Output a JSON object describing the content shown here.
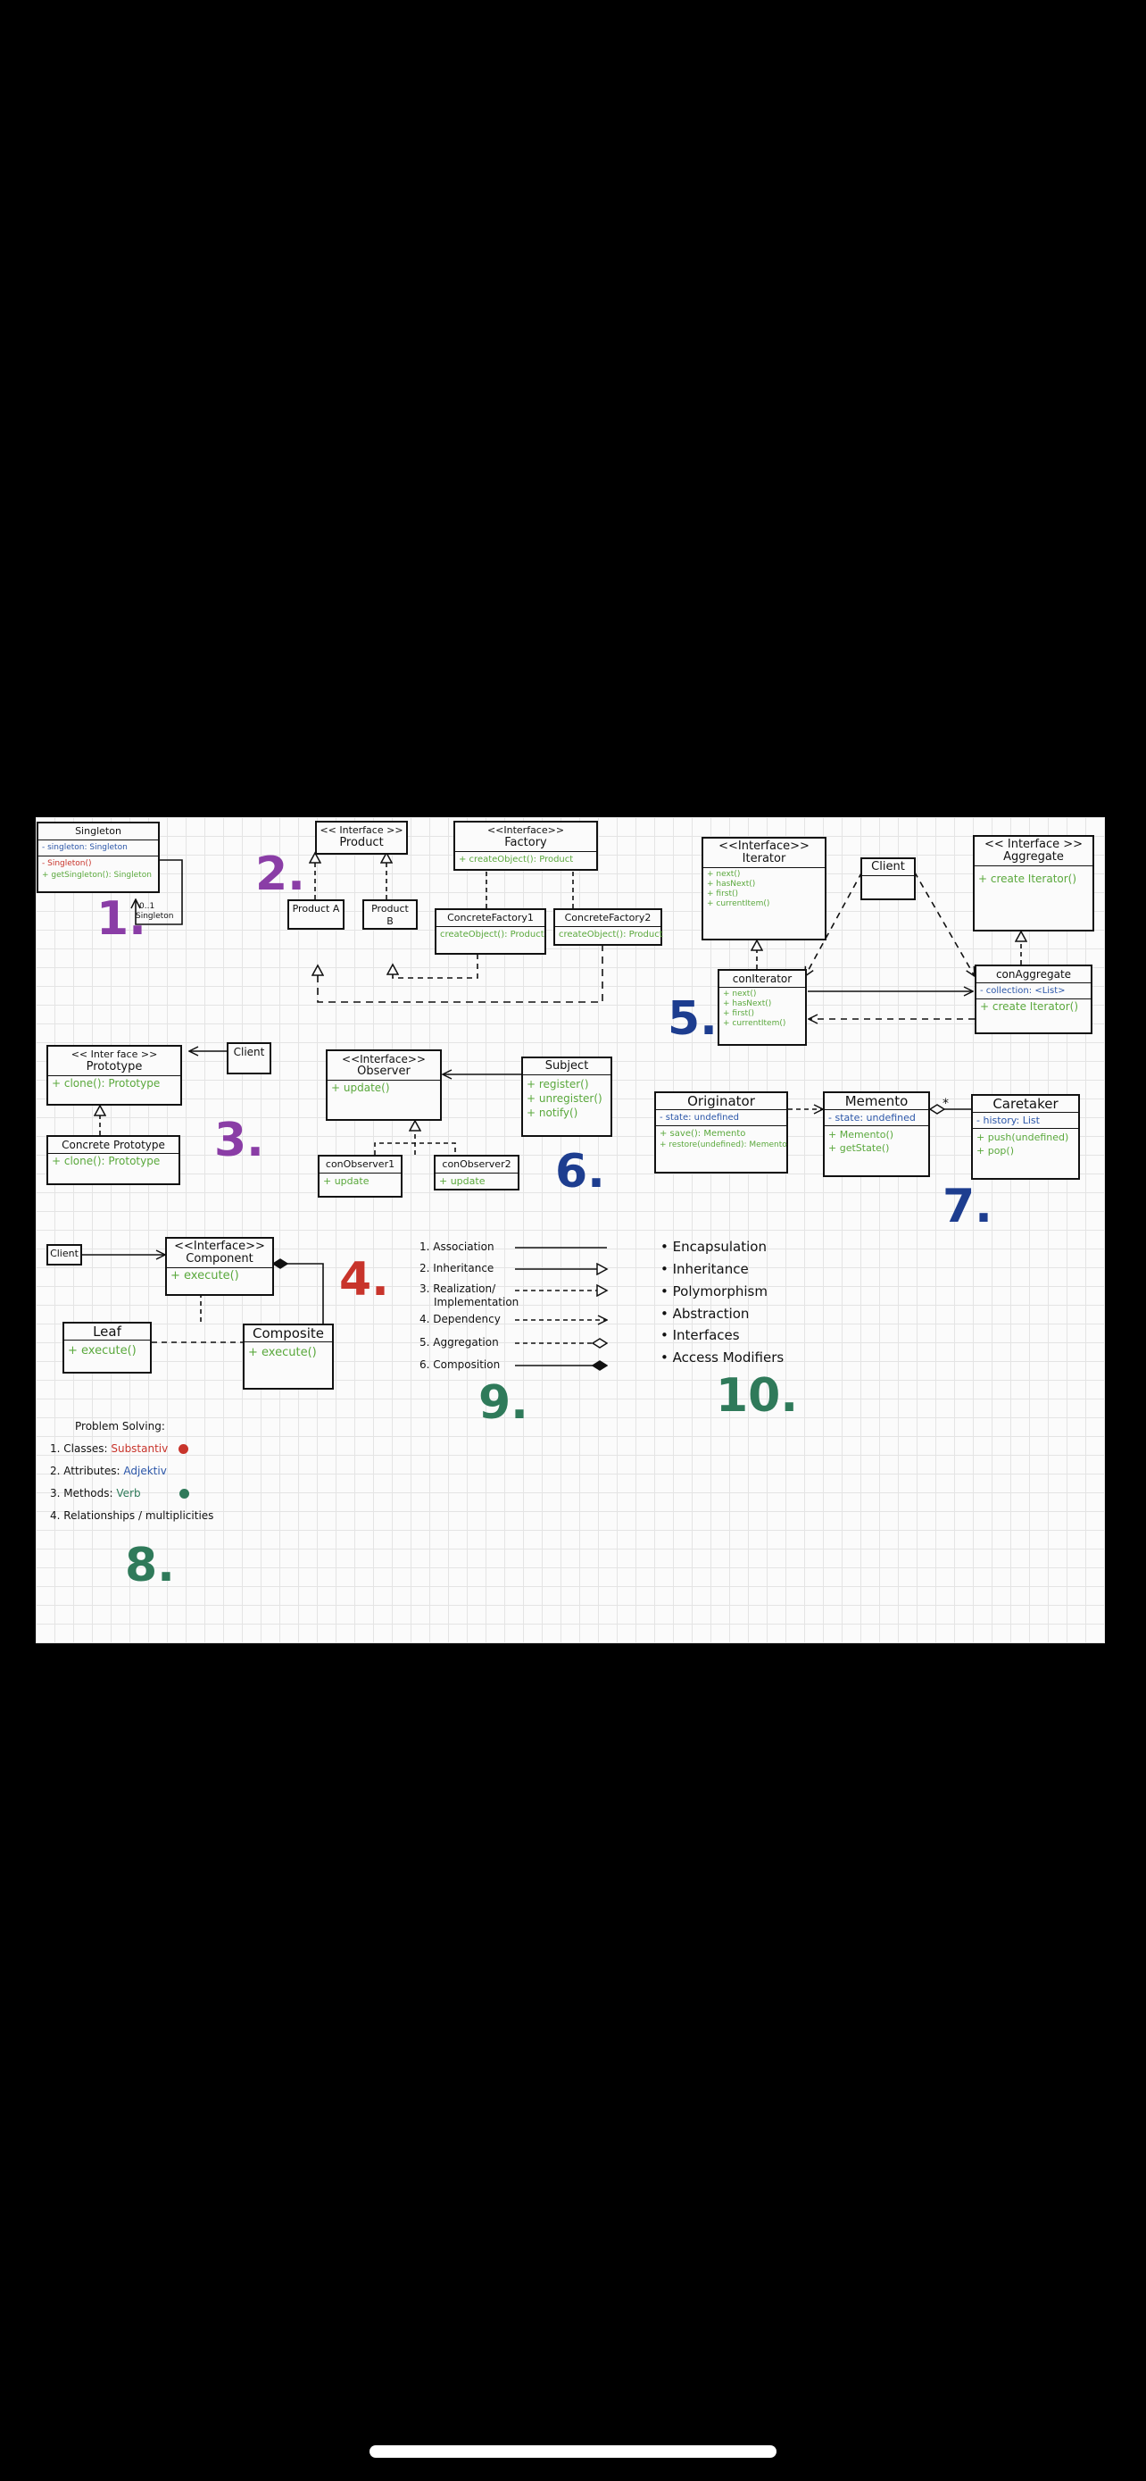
{
  "sections": {
    "n1": "1.",
    "n2": "2.",
    "n3": "3.",
    "n4": "4.",
    "n5": "5.",
    "n6": "6.",
    "n7": "7.",
    "n8": "8.",
    "n9": "9.",
    "n10": "10."
  },
  "colors": {
    "purple": "#8a3da6",
    "red": "#c8342b",
    "blue": "#1d3d8f",
    "green": "#2f7a5a",
    "method_green": "#5aa83c",
    "attr_blue": "#2b56a8"
  },
  "singleton": {
    "name": "Singleton",
    "attr": "- singleton: Singleton",
    "ctor": "- Singleton()",
    "method": "+ getSingleton(): Singleton",
    "mult": "0..1",
    "self_label": "Singleton"
  },
  "factory": {
    "product": {
      "stereo": "<< Interface >>",
      "name": "Product"
    },
    "factory": {
      "stereo": "<<Interface>>",
      "name": "Factory",
      "method": "+ createObject(): Product"
    },
    "product_a": "Product A",
    "product_b": "Product B",
    "cf1": {
      "name": "ConcreteFactory1",
      "method": "createObject(): Product"
    },
    "cf2": {
      "name": "ConcreteFactory2",
      "method": "createObject(): Product"
    }
  },
  "prototype": {
    "iface": {
      "stereo": "<< Inter face >>",
      "name": "Prototype",
      "method": "+ clone(): Prototype"
    },
    "client": "Client",
    "concrete": {
      "name": "Concrete Prototype",
      "method": "+ clone(): Prototype"
    }
  },
  "observer": {
    "iface": {
      "stereo": "<<Interface>>",
      "name": "Observer",
      "method": "+ update()"
    },
    "subject": {
      "name": "Subject",
      "methods": [
        "+ register()",
        "+ unregister()",
        "+ notify()"
      ]
    },
    "co1": {
      "name": "conObserver1",
      "method": "+ update"
    },
    "co2": {
      "name": "conObserver2",
      "method": "+ update"
    }
  },
  "iterator": {
    "iface": {
      "stereo": "<<Interface>>",
      "name": "Iterator",
      "methods": [
        "+ next()",
        "+ hasNext()",
        "+ first()",
        "+ currentItem()"
      ]
    },
    "client": "Client",
    "aggregate": {
      "stereo": "<< Interface >>",
      "name": "Aggregate",
      "method": "+ create Iterator()"
    },
    "con_iter": {
      "name": "conIterator",
      "methods": [
        "+ next()",
        "+ hasNext()",
        "+ first()",
        "+ currentItem()"
      ]
    },
    "con_agg": {
      "name": "conAggregate",
      "attr": "- collection: <List>",
      "method": "+ create Iterator()"
    }
  },
  "memento": {
    "originator": {
      "name": "Originator",
      "attr": "- state: undefined",
      "methods": [
        "+ save(): Memento",
        "+ restore(undefined): Memento"
      ]
    },
    "memento": {
      "name": "Memento",
      "attr": "- state: undefined",
      "methods": [
        "+ Memento()",
        "+ getState()"
      ]
    },
    "caretaker": {
      "name": "Caretaker",
      "attr": "- history: List",
      "methods": [
        "+ push(undefined)",
        "+ pop()"
      ]
    },
    "mult": "*"
  },
  "composite": {
    "client": "Client",
    "component": {
      "stereo": "<<Interface>>",
      "name": "Component",
      "method": "+ execute()"
    },
    "leaf": {
      "name": "Leaf",
      "method": "+ execute()"
    },
    "composite": {
      "name": "Composite",
      "method": "+ execute()"
    }
  },
  "relationships": [
    {
      "label": "1. Association",
      "style": "association"
    },
    {
      "label": "2. Inheritance",
      "style": "inheritance"
    },
    {
      "label": "3. Realization/",
      "sub": "Implementation",
      "style": "realization"
    },
    {
      "label": "4. Dependency",
      "style": "dependency"
    },
    {
      "label": "5. Aggregation",
      "style": "aggregation"
    },
    {
      "label": "6. Composition",
      "style": "composition"
    }
  ],
  "principles": [
    "Encapsulation",
    "Inheritance",
    "Polymorphism",
    "Abstraction",
    "Interfaces",
    "Access Modifiers"
  ],
  "problem_solving": {
    "title": "Problem Solving:",
    "items": [
      {
        "prefix": "1. Classes:",
        "value": "Substantiv",
        "color": "#c8342b"
      },
      {
        "prefix": "2. Attributes:",
        "value": "Adjektiv",
        "color": "#2b56a8"
      },
      {
        "prefix": "3. Methods:",
        "value": "Verb",
        "color": "#2f7a5a"
      },
      {
        "prefix": "4. Relationships / multiplicities",
        "value": "",
        "color": ""
      }
    ]
  }
}
